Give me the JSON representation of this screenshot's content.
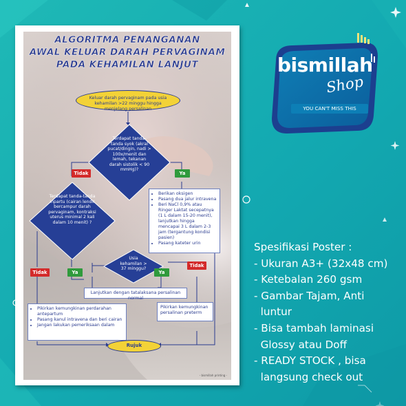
{
  "poster": {
    "title_lines": [
      "ALGORITMA PENANGANAN",
      "AWAL KELUAR DARAH PERVAGINAM",
      "PADA KEHAMILAN LANJUT"
    ],
    "start": "Keluar darah pervaginam pada usia kehamilan >22 minggu hingga menjelang persalinan",
    "shock_question": "Terdapat tanda-tanda syok (akral pucat/dingin, nadi > 100x/menit dan lemah, tekanan darah sistolik < 90 mmHg)?",
    "labor_question": "Terdapat tanda-tanda inpartu (cairan lendir bercampur darah pervaginam, kontraksi uterus minimal 2 kali dalam 10 menit) ?",
    "age_question": "Usia kehamilan > 37 minggu?",
    "label_tidak": "Tidak",
    "label_ya": "Ya",
    "shock_actions": [
      "Berikan oksigen",
      "Pasang dua jalur intravena",
      "Beri NaCl 0,9% atau Ringer Laktat secepatnya (1 L dalam 15-20 menit), lanjutkan hingga mencapai 3 L dalam 2-3 jam (tergantung kondisi pasien)",
      "Pasang kateter urin"
    ],
    "normal_labor": "Lanjutkan dengan tatalaksana persalinan normal",
    "antepartum_actions": [
      "Pikirkan kemungkinan perdarahan antepartum",
      "Pasang kanul intravena dan beri cairan",
      "Jangan lakukan pemeriksaan dalam"
    ],
    "preterm": "Pikirkan kemungkinan persalinan preterm",
    "refer": "Rujuk",
    "footer_credit": "- bismillah printing -"
  },
  "brand": {
    "name": "bismillah",
    "sub": "Shop",
    "tagline": "YOU CAN'T MISS THIS"
  },
  "specs": {
    "heading": "Spesifikasi Poster :",
    "lines": [
      "- Ukuran A3+ (32x48 cm)",
      "- Ketebalan 260 gsm",
      "- Gambar Tajam,  Anti",
      "  luntur",
      "- Bisa tambah laminasi",
      "  Glossy atau Doff",
      "- READY STOCK , bisa",
      "  langsung check out"
    ]
  },
  "colors": {
    "background": "#1fb9b6",
    "brand_blue": "#1c3f8f",
    "flow_navy": "#2a3b8f",
    "yes_green": "#2f9a3c",
    "no_red": "#d32a2a",
    "start_yellow": "#f3d237"
  }
}
